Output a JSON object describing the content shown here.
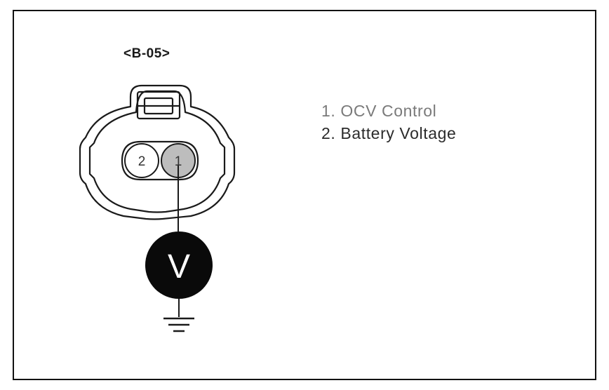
{
  "connector": {
    "id": "<B-05>"
  },
  "pins": {
    "pin1": "1",
    "pin2": "2"
  },
  "legend": {
    "item1": "1. OCV Control",
    "item2": "2. Battery Voltage"
  },
  "meter": {
    "symbol": "V"
  },
  "icons": {
    "meter": "voltmeter-icon",
    "ground": "ground-icon"
  },
  "colors": {
    "pin1_fill": "#bdbdbd",
    "pin2_fill": "#ffffff",
    "meter_fill": "#0a0a0a",
    "legend_item1": "#7a7a7a",
    "legend_item2": "#2b2b2b"
  }
}
